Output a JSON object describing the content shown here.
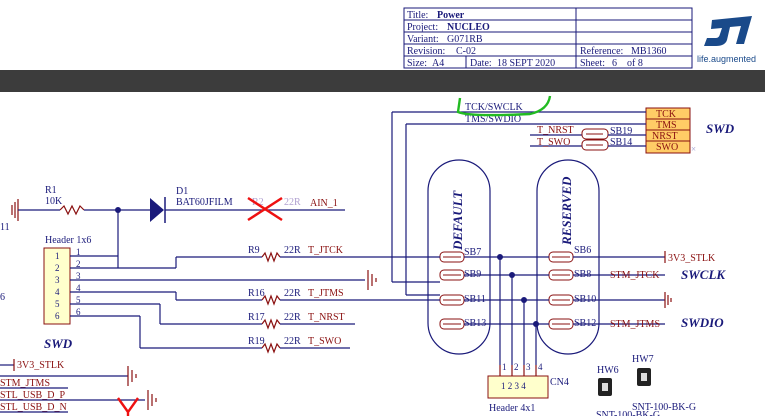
{
  "title_block": {
    "title_label": "Title:",
    "title_value": "Power",
    "project_label": "Project:",
    "project_value": "NUCLEO",
    "variant_label": "Variant:",
    "variant_value": "G071RB",
    "revision_label": "Revision:",
    "revision_value": "C-02",
    "reference_label": "Reference:",
    "reference_value": "MB1360",
    "size_label": "Size:",
    "size_value": "A4",
    "date_label": "Date:",
    "date_value": "18 SEPT 2020",
    "sheet_label": "Sheet:",
    "sheet_value": "6",
    "sheet_of": "of 8",
    "logo_text": "life.augmented"
  },
  "connector_signals": {
    "items": [
      "TCK",
      "TMS",
      "NRST",
      "SWO"
    ],
    "heading": "SWD"
  },
  "nets": {
    "tck_swclk": "TCK/SWCLK",
    "tms_swdio": "TMS/SWDIO",
    "t_nrst": "T_NRST",
    "t_swo": "T_SWO",
    "ain1": "AIN_1",
    "t_jtck": "T_JTCK",
    "t_jtms": "T_JTMS",
    "t_nrst2": "T_NRST",
    "t_swo2": "T_SWO",
    "v3_stlk": "3V3_STLK",
    "v3_stlk_left": "3V3_STLK",
    "stm_jtck": "STM_JTCK",
    "stm_jtms": "STM_JTMS",
    "stm_jtms_left": "STM_JTMS",
    "stl_usb_dp": "STL_USB_D_P",
    "stl_usb_dn": "STL_USB_D_N",
    "swclk": "SWCLK",
    "swdio": "SWDIO"
  },
  "components": {
    "r1_ref": "R1",
    "r1_val": "10K",
    "d1_ref": "D1",
    "d1_val": "BAT60JFILM",
    "r_struck_ref": "R2",
    "r_struck_val": "22R",
    "r9": "R9",
    "r16": "R16",
    "r17": "R17",
    "r19": "R19",
    "r_val": "22R",
    "header_label": "Header 1x6",
    "header_pins": [
      "1",
      "2",
      "3",
      "4",
      "5",
      "6"
    ],
    "header_name": "SWD",
    "cn4_ref": "CN4",
    "cn4_label": "Header 4x1",
    "cn4_pins": [
      "1",
      "2",
      "3",
      "4"
    ],
    "default_label": "DEFAULT",
    "reserved_label": "RESERVED",
    "sb_default": [
      "SB7",
      "SB9",
      "SB11",
      "SB13"
    ],
    "sb_reserved": [
      "SB6",
      "SB8",
      "SB10",
      "SB12"
    ],
    "sb_top": [
      "SB19",
      "SB14"
    ],
    "hw6": "HW6",
    "hw7": "HW7",
    "hw_part": "SNT-100-BK-G",
    "left_edge_11": "11",
    "left_edge_6": "6"
  },
  "colors": {
    "wire": "#1a1a7a",
    "net_label": "#8a1010",
    "header_fill": "#ffffcc",
    "connector_fill": "#ffffcc",
    "jumper_fill": "#ffcc66",
    "banner": "#3c3c3c",
    "highlight": "#22bb22",
    "strike": "#ee1111",
    "st_logo": "#1a4a8a"
  }
}
